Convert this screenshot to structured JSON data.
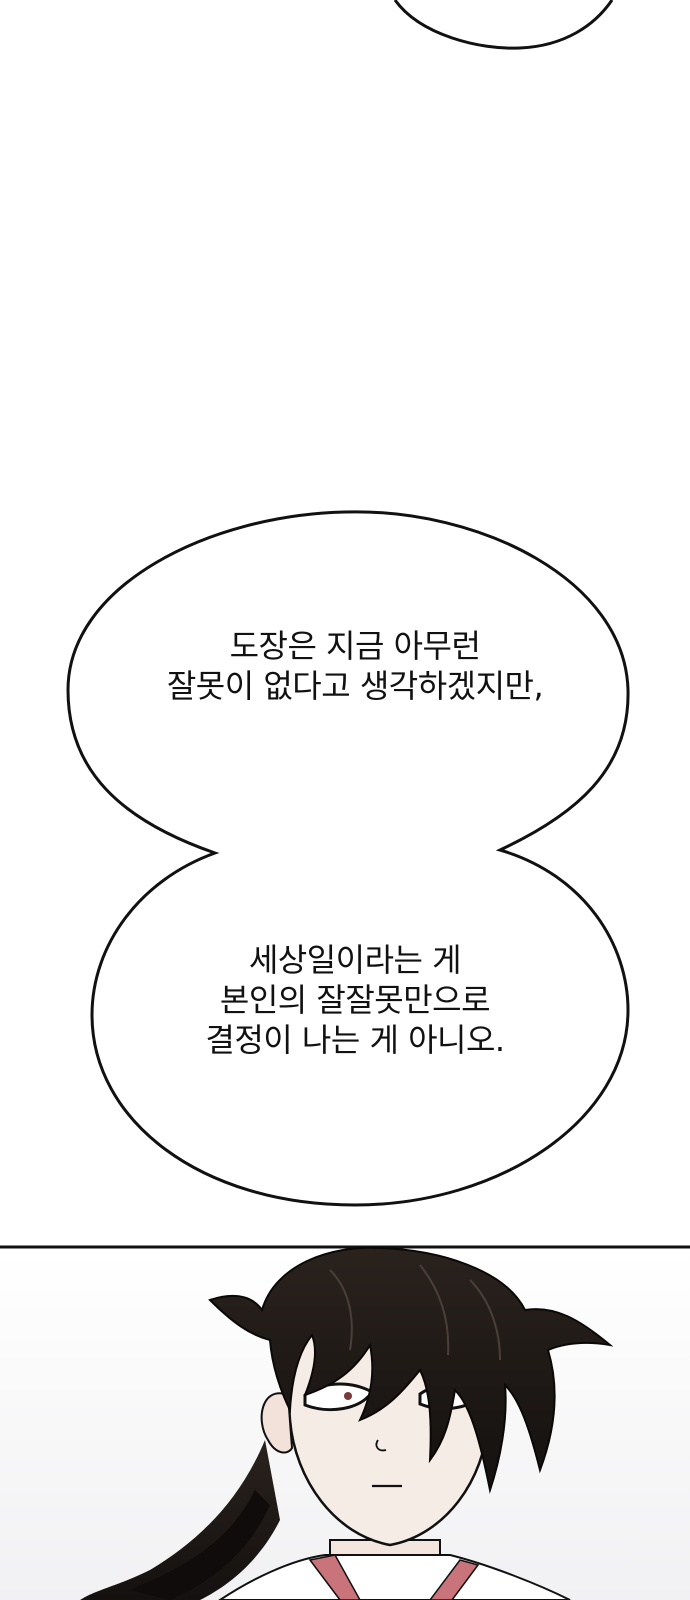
{
  "speech_balloon": {
    "upper_lines": [
      "도장은 지금 아무런",
      "잘못이 없다고 생각하겠지만,"
    ],
    "lower_lines": [
      "세상일이라는 게",
      "본인의 잘잘못만으로",
      "결정이 나는 게 아니오."
    ]
  },
  "colors": {
    "background": "#ffffff",
    "outline": "#111111",
    "hair": "#1f1a17",
    "skin": "#f6ece6",
    "collar": "#c9737a"
  }
}
